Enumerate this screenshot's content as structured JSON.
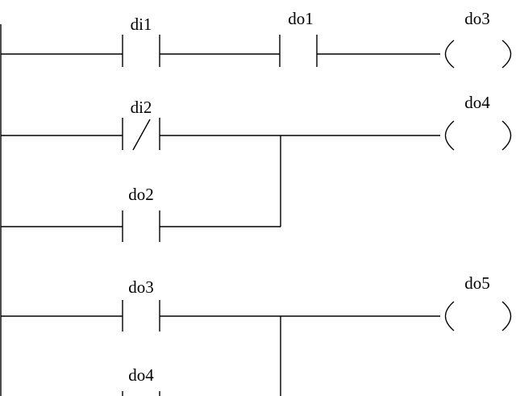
{
  "diagram": {
    "type": "ladder-logic",
    "rungs": [
      {
        "contacts": [
          {
            "label": "di1",
            "kind": "normally-open"
          },
          {
            "label": "do1",
            "kind": "normally-open"
          }
        ],
        "coil": {
          "label": "do3"
        }
      },
      {
        "contacts": [
          {
            "label": "di2",
            "kind": "normally-closed"
          }
        ],
        "parallel_contacts": [
          {
            "label": "do2",
            "kind": "normally-open"
          }
        ],
        "coil": {
          "label": "do4"
        }
      },
      {
        "contacts": [
          {
            "label": "do3",
            "kind": "normally-open"
          }
        ],
        "parallel_contacts": [
          {
            "label": "do4",
            "kind": "normally-open"
          }
        ],
        "coil": {
          "label": "do5"
        }
      }
    ]
  },
  "colors": {
    "line": "#000000",
    "background": "#ffffff"
  }
}
